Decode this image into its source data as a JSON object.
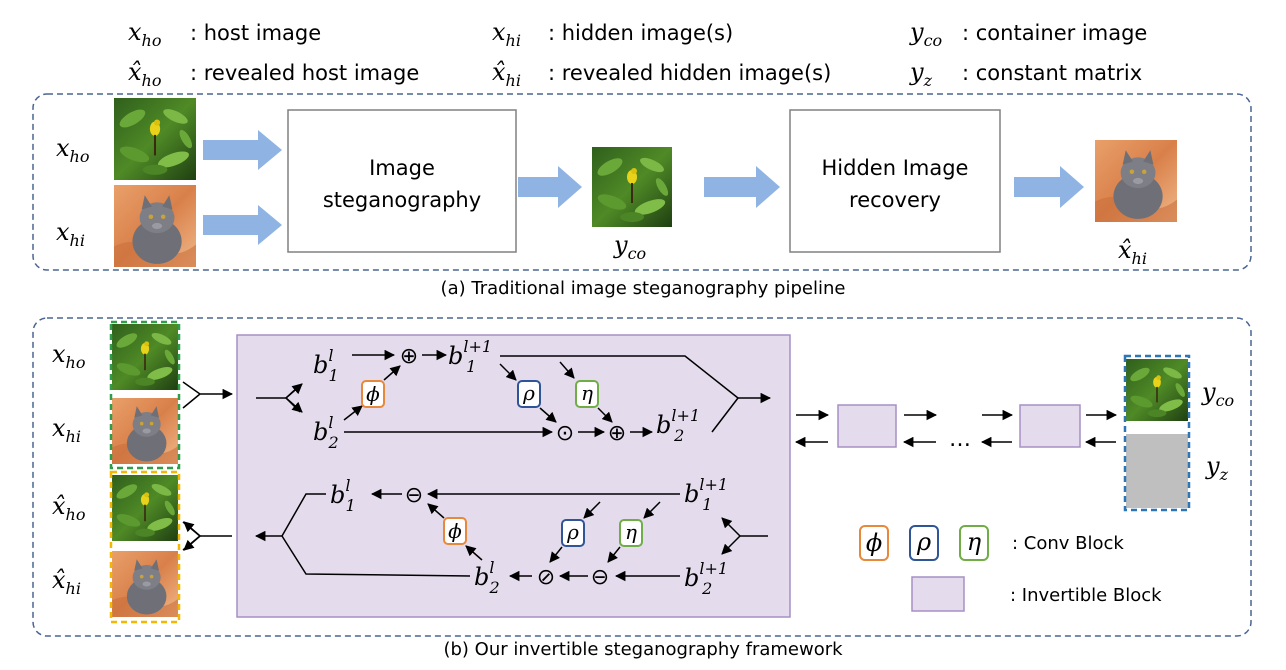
{
  "legend": {
    "host": {
      "sym": "x",
      "sub": "ho",
      "text": ": host image"
    },
    "hidden": {
      "sym": "x",
      "sub": "hi",
      "text": ": hidden image(s)"
    },
    "container": {
      "sym": "y",
      "sub": "co",
      "text": ": container image"
    },
    "rev_host": {
      "sym": "x̂",
      "sub": "ho",
      "text": ": revealed host image"
    },
    "rev_hidden": {
      "sym": "x̂",
      "sub": "hi",
      "text": ": revealed hidden image(s)"
    },
    "constant": {
      "sym": "y",
      "sub": "z",
      "text": ": constant matrix"
    }
  },
  "panel_a": {
    "caption": "(a) Traditional image steganography pipeline",
    "box1_line1": "Image",
    "box1_line2": "steganography",
    "box2_line1": "Hidden Image",
    "box2_line2": "recovery",
    "x_ho": {
      "sym": "x",
      "sub": "ho"
    },
    "x_hi": {
      "sym": "x",
      "sub": "hi"
    },
    "y_co": {
      "sym": "y",
      "sub": "co"
    },
    "xhat_hi": {
      "sym": "x̂",
      "sub": "hi"
    }
  },
  "panel_b": {
    "caption": "(b) Our invertible steganography framework",
    "x_ho": {
      "sym": "x",
      "sub": "ho"
    },
    "x_hi": {
      "sym": "x",
      "sub": "hi"
    },
    "xhat_ho": {
      "sym": "x̂",
      "sub": "ho"
    },
    "xhat_hi": {
      "sym": "x̂",
      "sub": "hi"
    },
    "y_co": {
      "sym": "y",
      "sub": "co"
    },
    "y_z": {
      "sym": "y",
      "sub": "z"
    },
    "b": "b",
    "sup_l": "l",
    "sup_l1": "l+1",
    "sub_1": "1",
    "sub_2": "2",
    "phi": "ϕ",
    "rho": "ρ",
    "eta": "η",
    "oplus": "⊕",
    "odot": "⊙",
    "ominus": "⊖",
    "oslash": "⊘",
    "ellipsis": "…",
    "conv_block_label": ": Conv Block",
    "invertible_block_label": ": Invertible Block"
  },
  "colors": {
    "dashed_border": "#4a6591",
    "arrow_blue": "#8fb4e3",
    "invertible_fill": "#e4dcec",
    "invertible_stroke": "#a68fc4",
    "phi": "#e8883a",
    "rho": "#2f5597",
    "eta": "#70ad47",
    "green_dash": "#2e9e4a",
    "yellow_dash": "#f5b800",
    "blue_dash": "#2e75b6",
    "gray_block": "#bfbfbf"
  }
}
